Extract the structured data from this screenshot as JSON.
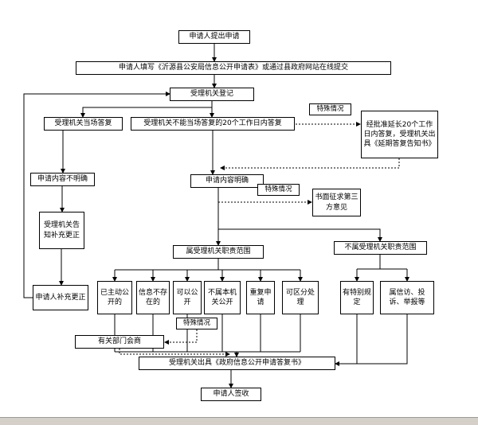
{
  "page": {
    "background": "#ffffff",
    "line_color": "#000000",
    "scrollbar_color": "#d4d0c8"
  },
  "flowchart": {
    "nodes": {
      "submit": "申请人提出申请",
      "fill_form": "申请人填写《沂源县公安局信息公开申请表》或通过县政府网站在线提交",
      "register": "受理机关登记",
      "special_case_1": "特殊情况",
      "onspot_reply": "受理机关当场答复",
      "reply_20_days": "受理机关不能当场答复的20个工作日内答复",
      "extension": "经批准延长20个工作日内答复，受理机关出具《延期答复告知书》",
      "content_unclear": "申请内容不明确",
      "content_clear": "申请内容明确",
      "special_case_2": "特殊情况",
      "third_party": "书面征求第三方意见",
      "notify_supplement": "受理机关告知补充更正",
      "in_scope": "属受理机关职责范围",
      "out_of_scope": "不属受理机关职责范围",
      "applicant_supplement": "申请人补充更正",
      "already_disclosed": "已主动公开的",
      "info_not_exist": "信息不存在的",
      "can_disclose": "可以公开",
      "not_this_authority": "不属本机关公开",
      "repeated_application": "重复申请",
      "separable_handling": "可区分处理",
      "special_case_3": "特殊情况",
      "department_consult": "有关部门会商",
      "special_provisions": "有特别规定",
      "petition_complaint": "属信访、投诉、举报等",
      "issue_reply": "受理机关出具《政府信息公开申请答复书》",
      "sign_receipt": "申请人签收"
    }
  }
}
